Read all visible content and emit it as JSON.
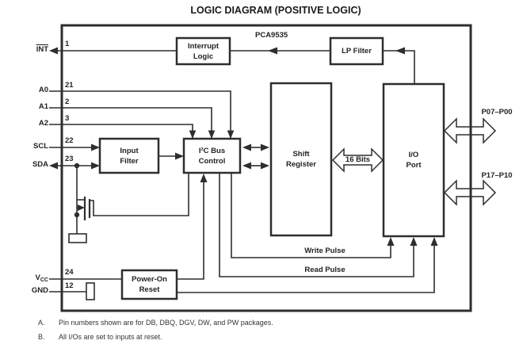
{
  "title": "LOGIC DIAGRAM (POSITIVE LOGIC)",
  "chip": "PCA9535",
  "pins": {
    "int": {
      "label": "INT",
      "number": "1"
    },
    "a0": {
      "label": "A0",
      "number": "21"
    },
    "a1": {
      "label": "A1",
      "number": "2"
    },
    "a2": {
      "label": "A2",
      "number": "3"
    },
    "scl": {
      "label": "SCL",
      "number": "22"
    },
    "sda": {
      "label": "SDA",
      "number": "23"
    },
    "vcc": {
      "label": "V",
      "sub": "CC",
      "number": "24"
    },
    "gnd": {
      "label": "GND",
      "number": "12"
    }
  },
  "blocks": {
    "interrupt_logic": {
      "line1": "Interrupt",
      "line2": "Logic"
    },
    "lp_filter": {
      "line1": "LP Filter",
      "line2": ""
    },
    "input_filter": {
      "line1": "Input",
      "line2": "Filter"
    },
    "i2c_bus_control": {
      "line1": "I²C Bus",
      "line2": "Control"
    },
    "shift_register": {
      "line1": "Shift",
      "line2": "Register"
    },
    "io_port": {
      "line1": "I/O",
      "line2": "Port"
    },
    "power_on_reset": {
      "line1": "Power-On",
      "line2": "Reset"
    }
  },
  "signals": {
    "bus_width": "16 Bits",
    "write_pulse": "Write Pulse",
    "read_pulse": "Read Pulse"
  },
  "ports": {
    "p0": "P07–P00",
    "p1": "P17–P10"
  },
  "notes": [
    {
      "letter": "A.",
      "text": "Pin numbers shown are for DB, DBQ, DGV, DW, and PW packages."
    },
    {
      "letter": "B.",
      "text": "All I/Os are set to inputs at reset."
    }
  ],
  "colors": {
    "line": "#2e2e2e",
    "text": "#222222",
    "background": "#ffffff"
  }
}
